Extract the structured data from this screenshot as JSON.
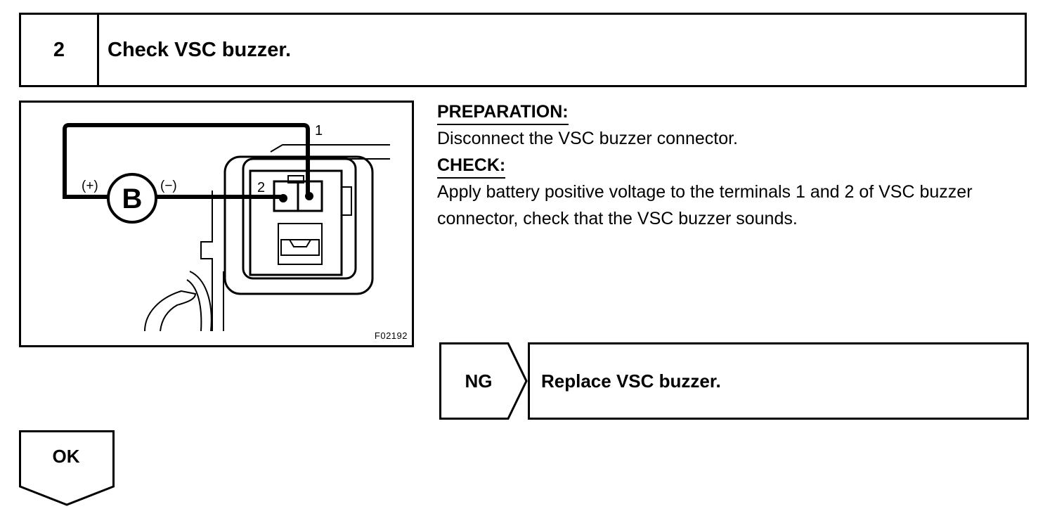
{
  "step": {
    "number": "2",
    "title": "Check VSC buzzer."
  },
  "figure": {
    "id": "F02192",
    "battery_symbol": "B",
    "positive_label": "(+)",
    "negative_label": "(−)",
    "terminal_1": "1",
    "terminal_2": "2"
  },
  "instructions": {
    "preparation_heading": "PREPARATION:",
    "preparation_text": "Disconnect the VSC buzzer connector.",
    "check_heading": "CHECK:",
    "check_text": "Apply battery positive voltage to the terminals 1 and 2 of VSC buzzer connector, check that the VSC buzzer sounds."
  },
  "results": {
    "ng_label": "NG",
    "ng_action": "Replace VSC buzzer.",
    "ok_label": "OK"
  }
}
